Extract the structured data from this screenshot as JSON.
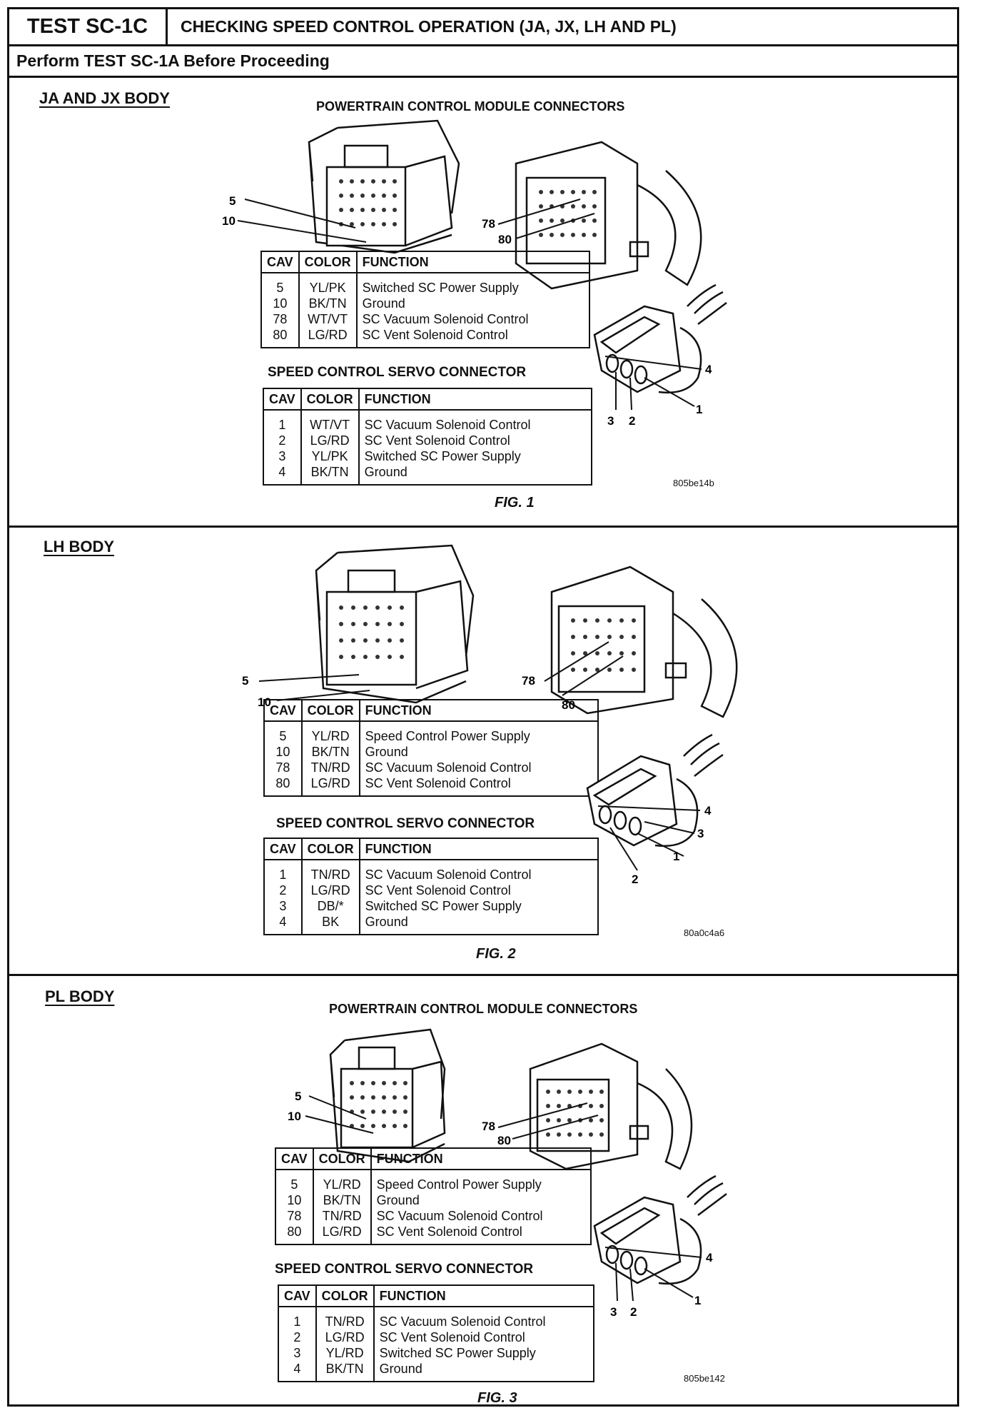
{
  "header": {
    "test_id": "TEST SC-1C",
    "title": "CHECKING SPEED CONTROL OPERATION (JA, JX, LH AND PL)",
    "prerequisite": "Perform TEST SC-1A Before Proceeding"
  },
  "columns": {
    "cav": "CAV",
    "color": "COLOR",
    "function": "FUNCTION"
  },
  "sections": [
    {
      "title": "JA AND JX BODY",
      "pcm_title": "POWERTRAIN CONTROL MODULE CONNECTORS",
      "pcm_callouts": [
        "5",
        "10",
        "78",
        "80"
      ],
      "pcm_rows": [
        {
          "cav": "5",
          "color": "YL/PK",
          "function": "Switched SC Power Supply"
        },
        {
          "cav": "10",
          "color": "BK/TN",
          "function": "Ground"
        },
        {
          "cav": "78",
          "color": "WT/VT",
          "function": "SC Vacuum Solenoid Control"
        },
        {
          "cav": "80",
          "color": "LG/RD",
          "function": "SC Vent Solenoid Control"
        }
      ],
      "servo_title": "SPEED CONTROL SERVO CONNECTOR",
      "servo_callouts": [
        "4",
        "1",
        "3",
        "2"
      ],
      "servo_rows": [
        {
          "cav": "1",
          "color": "WT/VT",
          "function": "SC Vacuum Solenoid Control"
        },
        {
          "cav": "2",
          "color": "LG/RD",
          "function": "SC Vent Solenoid Control"
        },
        {
          "cav": "3",
          "color": "YL/PK",
          "function": "Switched SC Power Supply"
        },
        {
          "cav": "4",
          "color": "BK/TN",
          "function": "Ground"
        }
      ],
      "image_code": "805be14b",
      "figure": "FIG. 1"
    },
    {
      "title": "LH BODY",
      "pcm_title": "",
      "pcm_callouts": [
        "5",
        "10",
        "78",
        "80"
      ],
      "pcm_rows": [
        {
          "cav": "5",
          "color": "YL/RD",
          "function": "Speed Control Power Supply"
        },
        {
          "cav": "10",
          "color": "BK/TN",
          "function": "Ground"
        },
        {
          "cav": "78",
          "color": "TN/RD",
          "function": "SC Vacuum Solenoid Control"
        },
        {
          "cav": "80",
          "color": "LG/RD",
          "function": "SC Vent Solenoid Control"
        }
      ],
      "servo_title": "SPEED CONTROL SERVO CONNECTOR",
      "servo_callouts": [
        "4",
        "3",
        "1",
        "2"
      ],
      "servo_rows": [
        {
          "cav": "1",
          "color": "TN/RD",
          "function": "SC Vacuum Solenoid Control"
        },
        {
          "cav": "2",
          "color": "LG/RD",
          "function": "SC Vent Solenoid Control"
        },
        {
          "cav": "3",
          "color": "DB/*",
          "function": "Switched SC Power Supply"
        },
        {
          "cav": "4",
          "color": "BK",
          "function": "Ground"
        }
      ],
      "image_code": "80a0c4a6",
      "figure": "FIG. 2"
    },
    {
      "title": "PL BODY",
      "pcm_title": "POWERTRAIN CONTROL MODULE CONNECTORS",
      "pcm_callouts": [
        "5",
        "10",
        "78",
        "80"
      ],
      "pcm_rows": [
        {
          "cav": "5",
          "color": "YL/RD",
          "function": "Speed Control Power Supply"
        },
        {
          "cav": "10",
          "color": "BK/TN",
          "function": "Ground"
        },
        {
          "cav": "78",
          "color": "TN/RD",
          "function": "SC Vacuum Solenoid Control"
        },
        {
          "cav": "80",
          "color": "LG/RD",
          "function": "SC Vent Solenoid Control"
        }
      ],
      "servo_title": "SPEED CONTROL SERVO CONNECTOR",
      "servo_callouts": [
        "4",
        "1",
        "3",
        "2"
      ],
      "servo_rows": [
        {
          "cav": "1",
          "color": "TN/RD",
          "function": "SC Vacuum Solenoid Control"
        },
        {
          "cav": "2",
          "color": "LG/RD",
          "function": "SC Vent Solenoid Control"
        },
        {
          "cav": "3",
          "color": "YL/RD",
          "function": "Switched SC Power Supply"
        },
        {
          "cav": "4",
          "color": "BK/TN",
          "function": "Ground"
        }
      ],
      "image_code": "805be142",
      "figure": "FIG. 3"
    }
  ]
}
